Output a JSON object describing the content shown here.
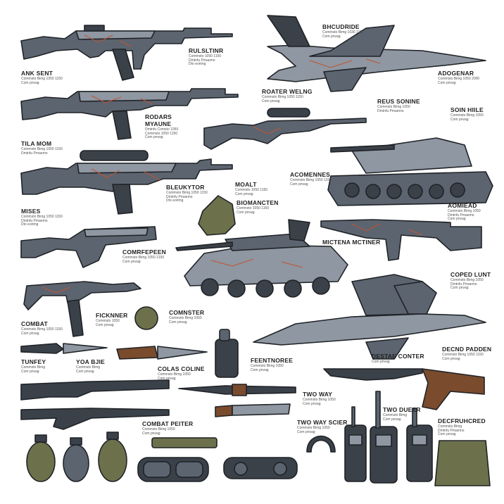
{
  "labels": {
    "ank_sent": {
      "title": "ANK SENT",
      "lines": [
        "Commsto Bimg 1050 1150",
        "Com pnvag"
      ]
    },
    "rulsltin": {
      "title": "RULSLTINR",
      "lines": [
        "Commsto 1050 1150",
        "Dmtnfu Pmaemo",
        "Dto eorimg"
      ]
    },
    "bhcudride": {
      "title": "BHCUDRIDE",
      "lines": [
        "Commsto Bimg 1030 1150",
        "Com pnvag"
      ]
    },
    "adogenar": {
      "title": "ADOGENAR",
      "lines": [
        "Commsto Bimg 1050 2000",
        "Com pnvag"
      ]
    },
    "roater": {
      "title": "ROATER WELNG",
      "lines": [
        "Commsto Bimg 1050 1150",
        "Com pnvag"
      ]
    },
    "reus": {
      "title": "REUS SONINE",
      "lines": [
        "Commsto Bimg 1050",
        "Dmtnfu Pmaemo"
      ]
    },
    "soin": {
      "title": "SOIN HIILE",
      "lines": [
        "Commsto Bimg 1050",
        "Com pnvag"
      ]
    },
    "rodars": {
      "title": "RODARS",
      "lines": []
    },
    "myaune": {
      "title": "MYAUNE",
      "lines": [
        "Dmtnfu Comsto 1050",
        "Commsto 1050 1150",
        "Com pnvag"
      ]
    },
    "tila": {
      "title": "TILA MOM",
      "lines": [
        "Commsto Bimg 1050 1150",
        "Dmtnfu Pmaemo"
      ]
    },
    "acomennes": {
      "title": "ACOMENNES",
      "lines": [
        "Commsto Bimg 1050 1150",
        "Com pnvag"
      ]
    },
    "bleukytor": {
      "title": "BLEUKYTOR",
      "lines": [
        "Commsto Bimg 1050 1150",
        "Dmtnfu Pmaemo",
        "Dto eorimg"
      ]
    },
    "moalt": {
      "title": "MOALT",
      "lines": [
        "Commsto 1050 1150",
        "Com pnvag"
      ]
    },
    "aomiead": {
      "title": "AOMIEAD",
      "lines": [
        "Commsto Bimg 1050",
        "Dmtnfu Pmaemo",
        "Com pnvag"
      ]
    },
    "mises": {
      "title": "MISES",
      "lines": [
        "Commsto Bimg 1050 1150",
        "Dmtnfu Pmaemo",
        "Dto eorimg"
      ]
    },
    "biomancten": {
      "title": "BIOMANCTEN",
      "lines": [
        "Commsto 1050 1150",
        "Com pnvag"
      ]
    },
    "mictena": {
      "title": "MICTENA MCTINER",
      "lines": []
    },
    "comrepeen": {
      "title": "COMRFEPEEN",
      "lines": [
        "Commsto Bimg 1050 2150",
        "Com pnvag"
      ]
    },
    "coped": {
      "title": "COPED LUNT",
      "lines": [
        "Commsto Bimg 1050",
        "Dmtnfu Pmaemo",
        "Com pnvag"
      ]
    },
    "combat": {
      "title": "COMBAT",
      "lines": [
        "Commsto Bimg 1050 1150",
        "Com pnvag"
      ]
    },
    "ficknner": {
      "title": "FICKNNER",
      "lines": [
        "Commsto 1050",
        "Com pnvag"
      ]
    },
    "comnster": {
      "title": "COMNSTER",
      "lines": [
        "Commsto Bimg 1050",
        "Com pnvag"
      ]
    },
    "tunfey": {
      "title": "TUNFEY",
      "lines": [
        "Commsto Bimg",
        "Com pnvag"
      ]
    },
    "yoa": {
      "title": "YOA BJIE",
      "lines": [
        "Commsto Bimg",
        "Com pnvag"
      ]
    },
    "feentnoree": {
      "title": "FEENTNOREE",
      "lines": [
        "Commsto Bimg 1050",
        "Com pnvag"
      ]
    },
    "destae": {
      "title": "DESTAE CONTER",
      "lines": [
        "Com pnvag"
      ]
    },
    "decnd": {
      "title": "DECND PADDEN",
      "lines": [
        "Commsto Bimg 1050 1150",
        "Com pnvag"
      ]
    },
    "colas": {
      "title": "COLAS COLINE",
      "lines": [
        "Commsto Bimg 1050",
        "Com pnvag"
      ]
    },
    "two_way": {
      "title": "TWO WAY",
      "lines": [
        "Commsto Bimg 1050",
        "Com pnvag"
      ]
    },
    "two_dueer": {
      "title": "TWO DUEER",
      "lines": [
        "Commsto Bimg",
        "Com pnvag"
      ]
    },
    "combat_peiter": {
      "title": "COMBAT PEITER",
      "lines": [
        "Commsto Bimg 1050",
        "Com pnvag"
      ]
    },
    "two_way_scer": {
      "title": "TWO WAY SCIER",
      "lines": [
        "Commsto Bimg 1050",
        "Com pnvag"
      ]
    },
    "decfeurched": {
      "title": "DECFRUHCRED",
      "lines": [
        "Commsto Bimg",
        "Dmtnfu Pmaemo",
        "Com pnvag"
      ]
    }
  },
  "colors": {
    "steel": "#5c6470",
    "steel_light": "#9aa3ae",
    "steel_dark": "#3a4048",
    "outline": "#1f2226",
    "accent": "#c2532f",
    "olive": "#6b6f4a",
    "wood": "#7a4b2d",
    "jet": "#8d959f"
  }
}
